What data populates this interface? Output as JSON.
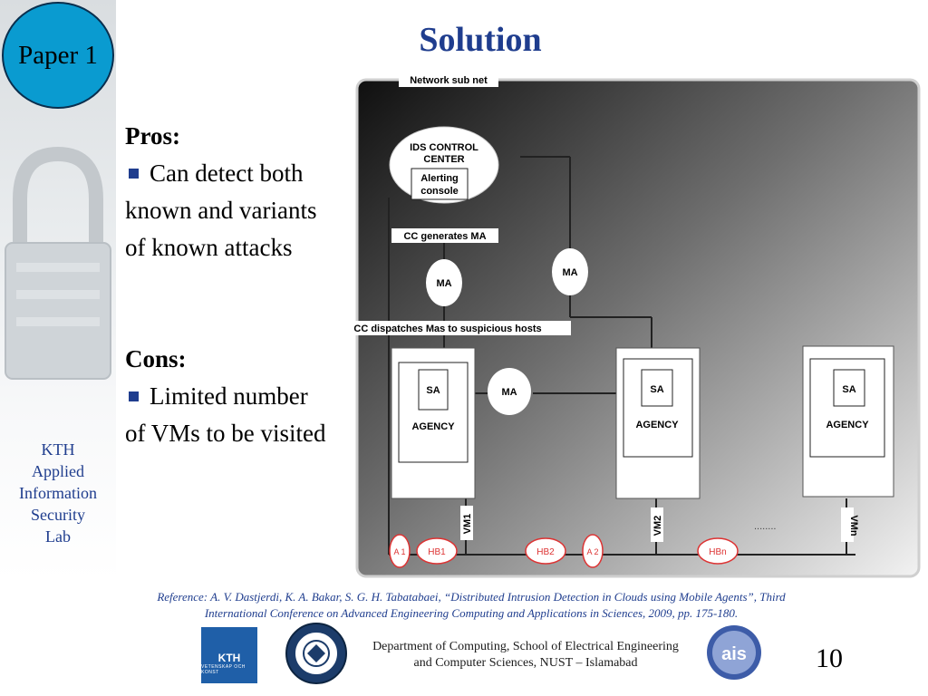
{
  "badge": {
    "label": "Paper 1",
    "color": "#0a9bd0"
  },
  "lab": [
    "KTH",
    "Applied",
    "Information",
    "Security",
    "Lab"
  ],
  "title": "Solution",
  "pros": {
    "heading": "Pros:",
    "items": [
      "Can detect both known and variants of known attacks"
    ]
  },
  "cons": {
    "heading": "Cons:",
    "items": [
      "Limited number of VMs to be visited"
    ]
  },
  "diagram": {
    "network_label": "Network sub net",
    "control_center": [
      "IDS CONTROL",
      "CENTER"
    ],
    "alerting_console": [
      "Alerting",
      "console"
    ],
    "cc_generates": "CC generates MA",
    "cc_dispatches": "CC dispatches  Mas to  suspicious hosts",
    "ma": "MA",
    "sa": "SA",
    "agency": "AGENCY",
    "vm_labels": [
      "VM1",
      "VM2",
      "VMn"
    ],
    "hb_labels": [
      "HB1",
      "HB2",
      "HBn"
    ],
    "a_labels": [
      "A\n1",
      "A\n2"
    ],
    "ellipsis": "........"
  },
  "reference": {
    "line1": "Reference:  A. V. Dastjerdi, K. A. Bakar, S. G. H. Tabatabaei, “Distributed Intrusion Detection in Clouds using Mobile Agents”,  Third",
    "line2": "International Conference on Advanced Engineering Computing and Applications in Sciences, 2009, pp. 175-180."
  },
  "department": "Department of Computing, School of Electrical Engineering and Computer Sciences, NUST – Islamabad",
  "page_number": "10",
  "logos": {
    "kth": "KTH",
    "kth_sub": "VETENSKAP OCH KONST",
    "ais": "ais"
  },
  "colors": {
    "accent": "#1f3d8e"
  }
}
